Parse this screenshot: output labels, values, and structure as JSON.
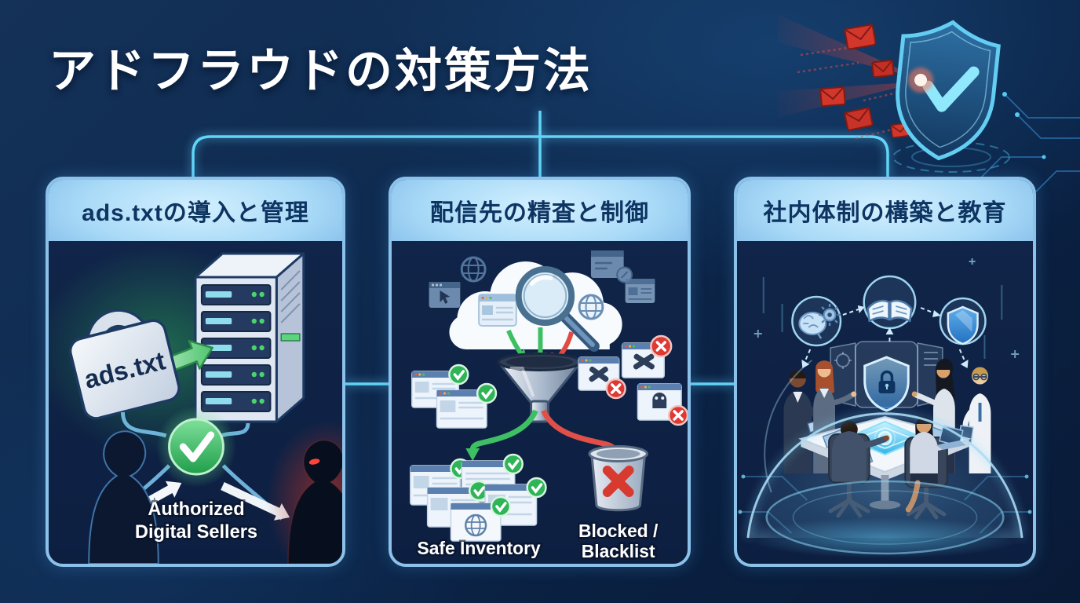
{
  "title": "アドフラウドの対策方法",
  "panels": [
    {
      "id": "ads-txt",
      "header": "ads.txtの導入と管理",
      "labels": {
        "lock": "ads.txt",
        "caption_line1": "Authorized",
        "caption_line2": "Digital Sellers"
      }
    },
    {
      "id": "delivery-vetting",
      "header": "配信先の精査と制御",
      "labels": {
        "safe": "Safe Inventory",
        "blocked_line1": "Blocked /",
        "blocked_line2": "Blacklist"
      }
    },
    {
      "id": "internal-structure",
      "header": "社内体制の構築と教育",
      "labels": {}
    }
  ],
  "icons": {
    "panel1": [
      "padlock-icon",
      "server-icon",
      "green-arrow-icon",
      "check-circle-icon",
      "publisher-silhouette-icon",
      "fraudster-silhouette-icon"
    ],
    "panel2": [
      "cloud-icon",
      "magnifier-icon",
      "globe-icon",
      "browser-window-icon",
      "funnel-icon",
      "check-badge-icon",
      "x-badge-icon",
      "ghost-icon",
      "trash-icon"
    ],
    "panel3": [
      "dome-icon",
      "brain-gear-icon",
      "open-book-icon",
      "shield-icon",
      "shield-lock-icon",
      "meeting-table-icon",
      "office-chair-icon"
    ],
    "decor": [
      "shield-check-icon",
      "spam-envelope-icon",
      "laser-beam-icon",
      "circuit-trace-icon"
    ]
  },
  "colors": {
    "background": "#0c2344",
    "connector": "#62d4f8",
    "panel_border": "#8cc1ea",
    "panel_bg": "#0f2347",
    "header_light": "#d3f0ff",
    "header_dark": "#7fb9e8",
    "header_text": "#0e3462",
    "green": "#2fb457",
    "red": "#dd3a34",
    "white": "#ffffff"
  }
}
